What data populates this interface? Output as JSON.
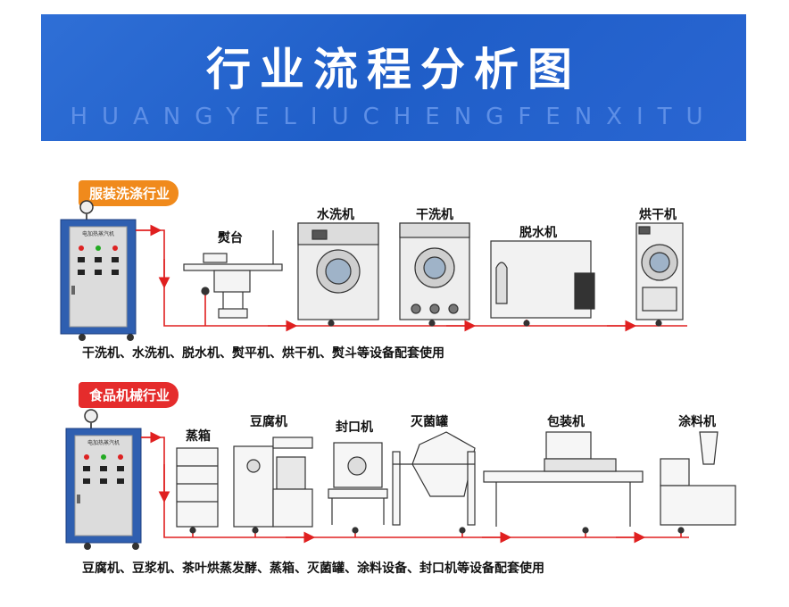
{
  "banner": {
    "title": "行业流程分析图",
    "subtitle": "HUANGYELIUCHENGFENXITU"
  },
  "sections": [
    {
      "tag": "服装洗涤行业",
      "caption": "干洗机、水洗机、脱水机、熨平机、烘干机、熨斗等设备配套使用",
      "boiler_label": "电加热蒸汽机",
      "machines": [
        "熨台",
        "水洗机",
        "干洗机",
        "脱水机",
        "烘干机"
      ]
    },
    {
      "tag": "食品机械行业",
      "caption": "豆腐机、豆浆机、茶叶烘蒸发酵、蒸箱、灭菌罐、涂料设备、封口机等设备配套使用",
      "boiler_label": "电加热蒸汽机",
      "machines": [
        "蒸箱",
        "豆腐机",
        "封口机",
        "灭菌罐",
        "包装机",
        "涂料机"
      ]
    }
  ],
  "colors": {
    "banner": "#2563cc",
    "tag_laundry": "#f08a1c",
    "tag_food": "#e52c2c",
    "pipe": "#e02020",
    "boiler": "#2f5fb0"
  }
}
